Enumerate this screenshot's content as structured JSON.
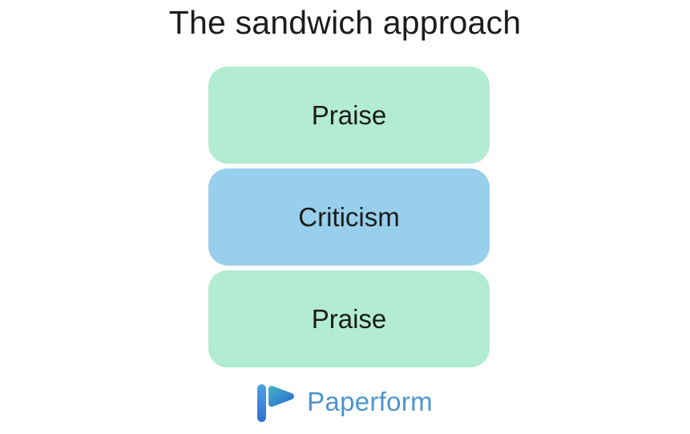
{
  "title": "The sandwich approach",
  "diagram": {
    "boxes": [
      {
        "label": "Praise",
        "color": "#b2ecd2"
      },
      {
        "label": "Criticism",
        "color": "#97cfec"
      },
      {
        "label": "Praise",
        "color": "#b2ecd2"
      }
    ],
    "text_color": "#1b1b1b"
  },
  "branding": {
    "logo_text": "Paperform",
    "logo_text_color": "#4a96cf",
    "mark_bar_top_color": "#4fa2e0",
    "mark_bar_bottom_color": "#2e6fd4",
    "mark_triangle_start_color": "#41abc6",
    "mark_triangle_end_color": "#2b6fd1"
  }
}
